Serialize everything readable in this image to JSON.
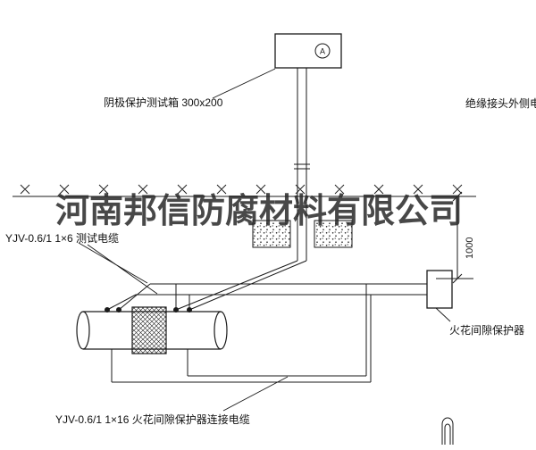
{
  "watermark": "河南邦信防腐材料有限公司",
  "labels": {
    "test_box": "阴极保护测试箱 300x200",
    "outer_cable": "绝缘接头外侧电缆",
    "test_cable": "YJV-0.6/1  1×6  测试电缆",
    "spark_cable": "YJV-0.6/1  1×16  火花间隙保护器连接电缆",
    "protector": "火花间隙保护器",
    "dimension_1000": "1000",
    "meter": "A"
  }
}
